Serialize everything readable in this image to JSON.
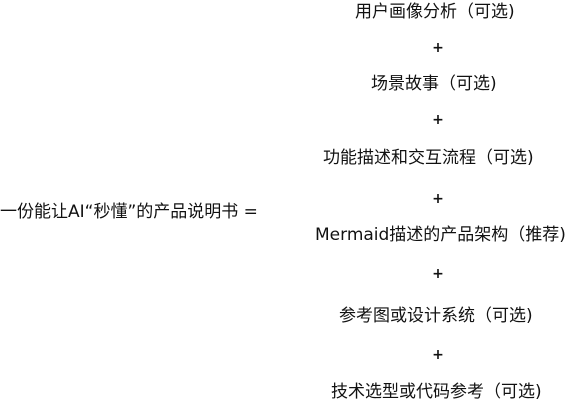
{
  "equation": {
    "left": "一份能让AI“秒懂”的产品说明书 =",
    "items": [
      "用户画像分析（可选)",
      "场景故事（可选)",
      "功能描述和交互流程（可选)",
      "Mermaid描述的产品架构（推荐)",
      "参考图或设计系统（可选)",
      "技术选型或代码参考（可选)"
    ],
    "plus": "+"
  }
}
